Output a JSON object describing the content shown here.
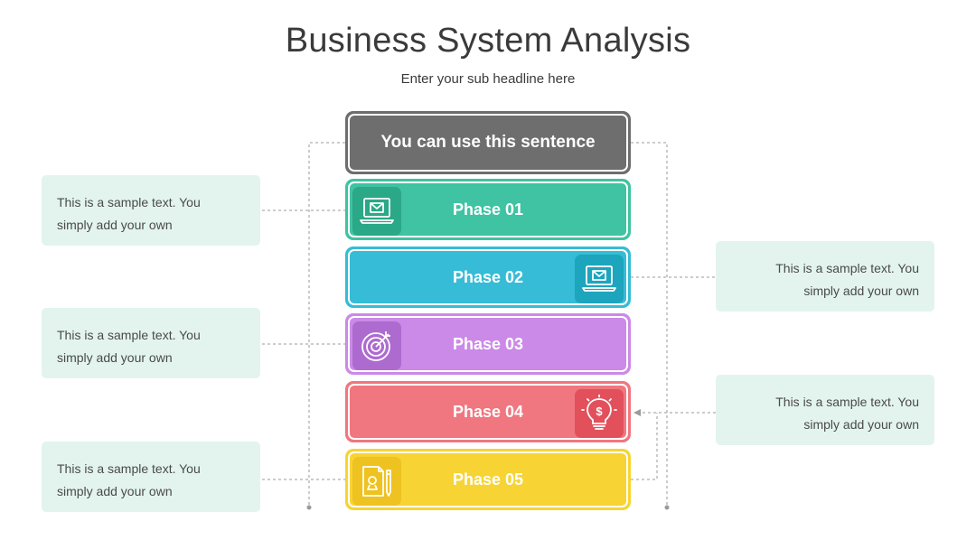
{
  "title": "Business System Analysis",
  "subtitle": "Enter your sub headline here",
  "header": {
    "label": "You can use this sentence",
    "color": "#6e6e6e"
  },
  "phases": [
    {
      "label": "Phase 01",
      "color": "#3fc3a2",
      "icon_bg": "#2aa887",
      "icon": "laptop-mail-icon",
      "icon_side": "left"
    },
    {
      "label": "Phase 02",
      "color": "#36bcd6",
      "icon_bg": "#1ea5be",
      "icon": "laptop-mail-icon",
      "icon_side": "right"
    },
    {
      "label": "Phase 03",
      "color": "#cb89e8",
      "icon_bg": "#ad6bd0",
      "icon": "target-icon",
      "icon_side": "left"
    },
    {
      "label": "Phase 04",
      "color": "#f0767f",
      "icon_bg": "#e2505c",
      "icon": "idea-bulb-dollar-icon",
      "icon_side": "right"
    },
    {
      "label": "Phase 05",
      "color": "#f7d433",
      "icon_bg": "#eec220",
      "icon": "document-pencil-icon",
      "icon_side": "left"
    }
  ],
  "notes": [
    {
      "text_line1": "This is a sample text. You",
      "text_line2": "simply add your own"
    },
    {
      "text_line1": "This is a sample text. You",
      "text_line2": "simply add your own"
    },
    {
      "text_line1": "This is a sample text. You",
      "text_line2": "simply add your own"
    },
    {
      "text_line1": "This is a sample text. You",
      "text_line2": "simply add your own"
    },
    {
      "text_line1": "This is a sample text. You",
      "text_line2": "simply add your own"
    }
  ],
  "colors": {
    "note_bg": "#e3f4ef",
    "connector": "#9a9a9a"
  }
}
